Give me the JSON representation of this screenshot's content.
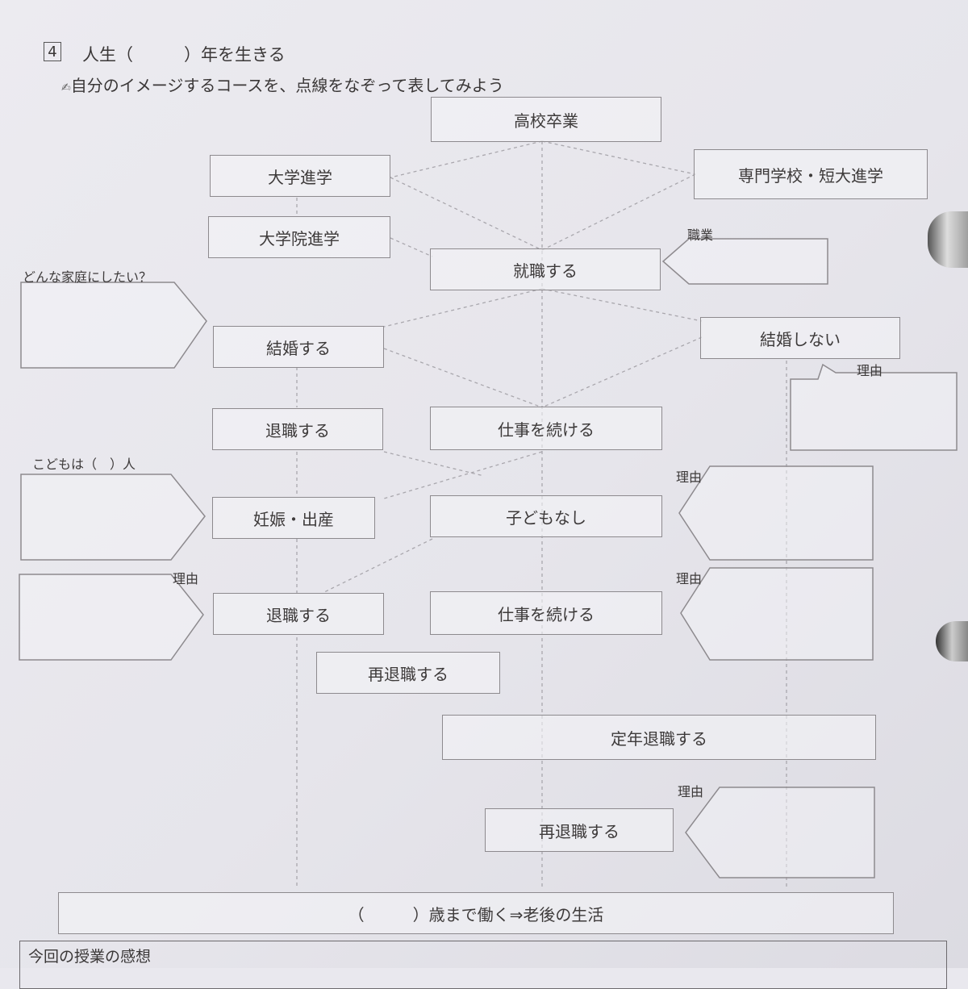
{
  "header": {
    "number": "4",
    "title": "人生（　　　）年を生きる",
    "instruction": "自分のイメージするコースを、点線をなぞって表してみよう"
  },
  "boxes": {
    "high_school": "高校卒業",
    "university": "大学進学",
    "vocational": "専門学校・短大進学",
    "grad_school": "大学院進学",
    "employment": "就職する",
    "marry": "結婚する",
    "not_marry": "結婚しない",
    "retire1": "退職する",
    "continue1": "仕事を続ける",
    "pregnancy": "妊娠・出産",
    "no_child": "子どもなし",
    "retire2": "退職する",
    "continue2": "仕事を続ける",
    "re_retire1": "再退職する",
    "mandatory_retire": "定年退職する",
    "re_retire2": "再退職する",
    "work_until": "（　　　）歳まで働く⇒老後の生活"
  },
  "labels": {
    "occupation": "職業",
    "family_question": "どんな家庭にしたい？",
    "children_count": "こどもは（　）人",
    "reason_1": "理由",
    "reason_2": "理由",
    "reason_3": "理由",
    "reason_4": "理由",
    "reason_5": "理由"
  },
  "footer": {
    "impressions": "今回の授業の感想"
  }
}
